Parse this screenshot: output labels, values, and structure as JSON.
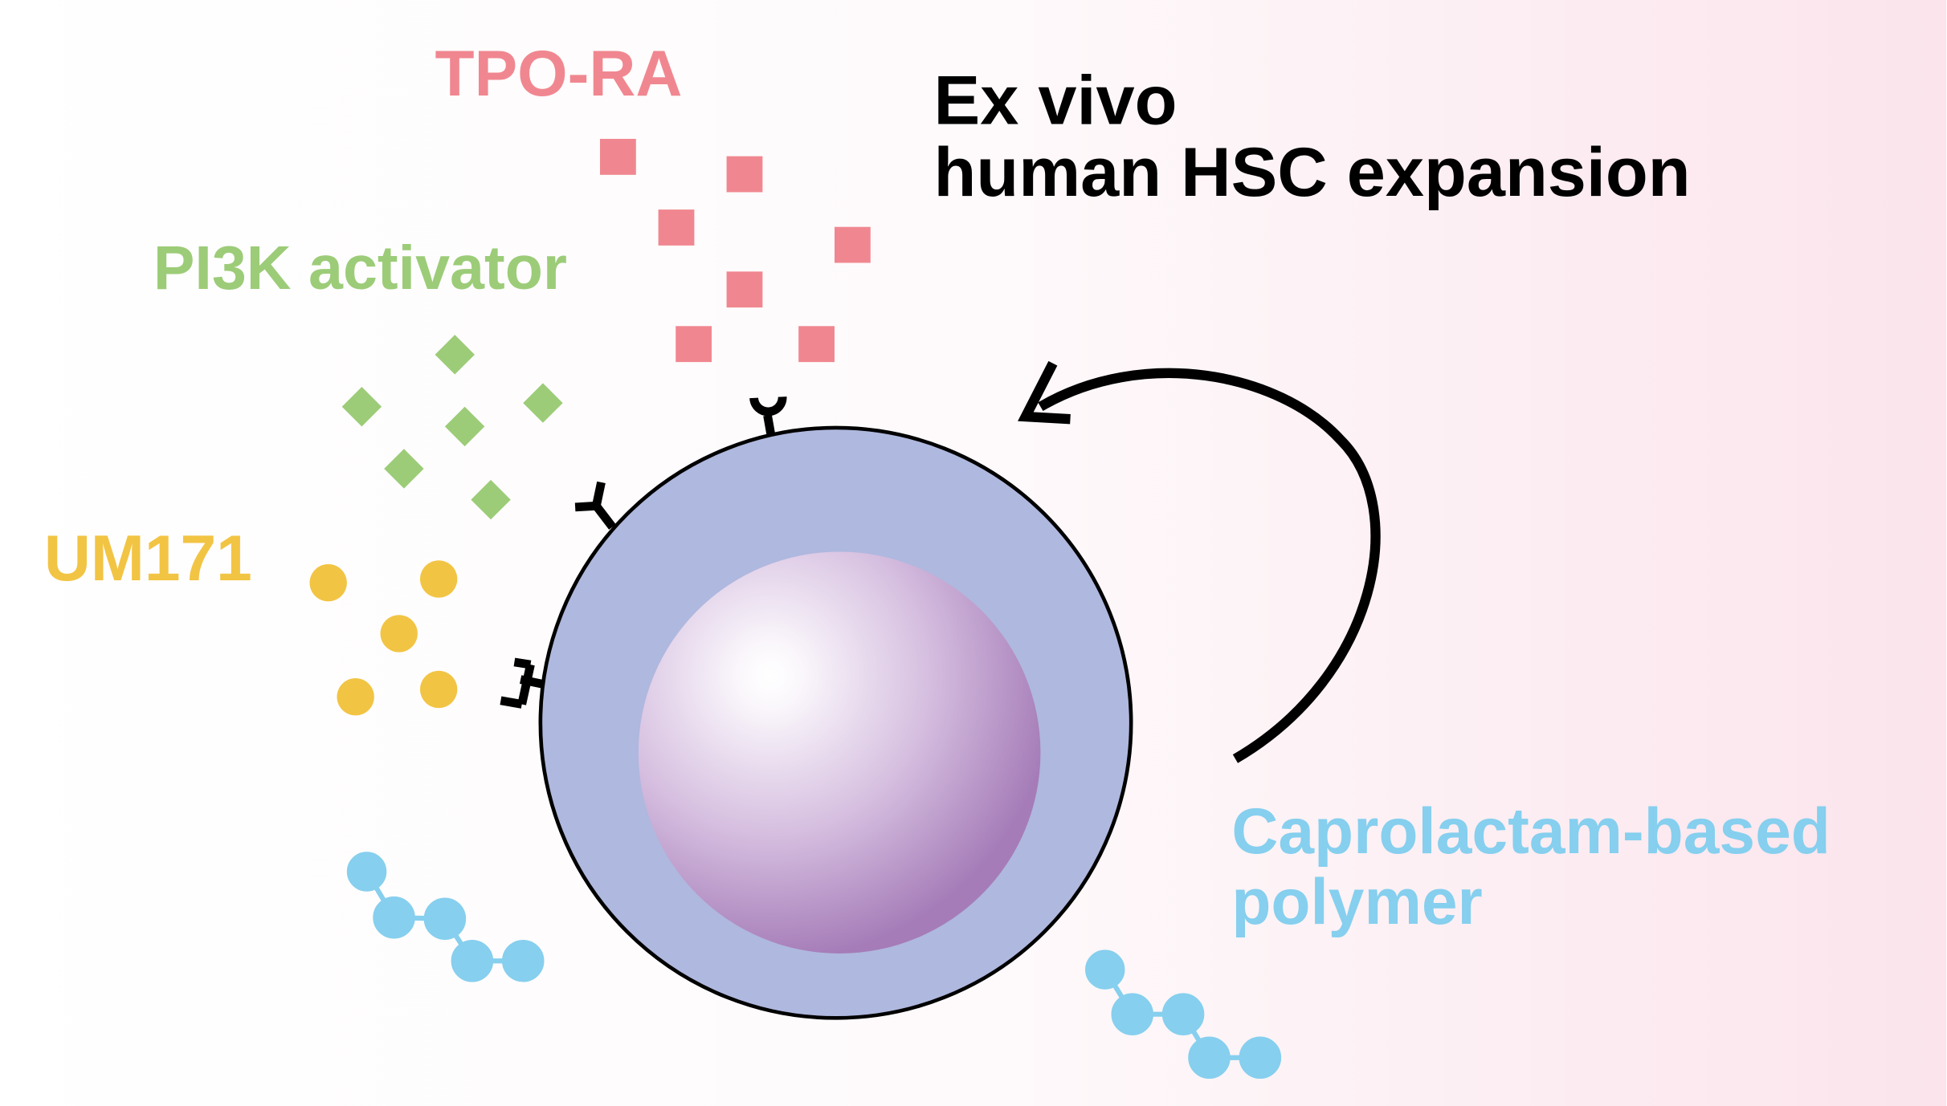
{
  "title": {
    "line1": "Ex vivo",
    "line2": "human HSC expansion"
  },
  "labels": {
    "tpo_ra": "TPO-RA",
    "pi3k": "PI3K activator",
    "um171": "UM171",
    "polymer_line1": "Caprolactam-based",
    "polymer_line2": "polymer"
  },
  "colors": {
    "tpo_ra": "#f08790",
    "pi3k": "#9ccc78",
    "um171": "#f2c443",
    "polymer": "#86cfee",
    "cytoplasm": "#afb8de",
    "nucleus": "#b58ec0",
    "background_right": "#fbe4ec"
  }
}
